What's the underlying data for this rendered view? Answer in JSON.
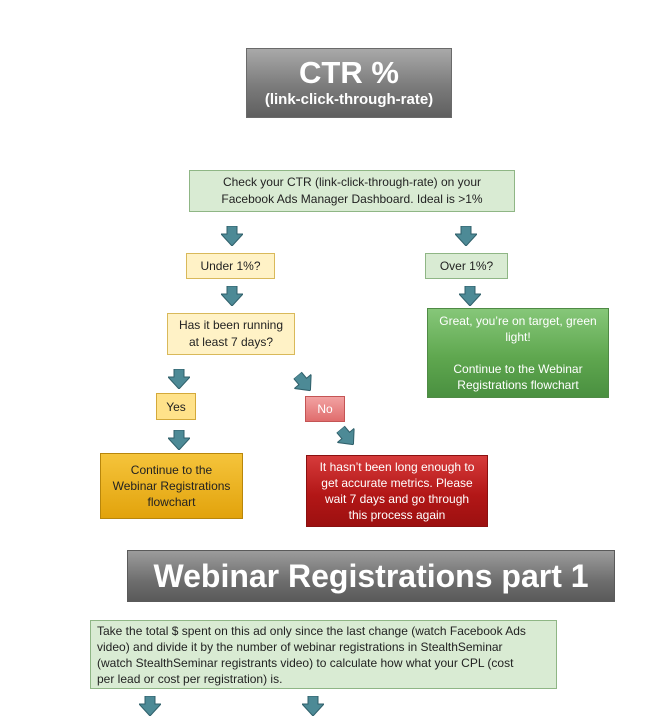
{
  "ctr_title": {
    "main": "CTR %",
    "sub": "(link-click-through-rate)"
  },
  "check": {
    "line1": "Check your CTR (link-click-through-rate) on your",
    "line2": "Facebook Ads Manager Dashboard. Ideal is >1%"
  },
  "under": {
    "label": "Under 1%?"
  },
  "over": {
    "label": "Over 1%?"
  },
  "running": {
    "line1": "Has it been running",
    "line2": "at least 7 days?"
  },
  "great": {
    "line1": "Great, you’re on target, green",
    "line2": "light!",
    "line3": "Continue to the Webinar",
    "line4": "Registrations flowchart"
  },
  "yes": {
    "label": "Yes"
  },
  "no": {
    "label": "No"
  },
  "continue_box": {
    "line1": "Continue to the",
    "line2": "Webinar Registrations",
    "line3": "flowchart"
  },
  "not_long": {
    "line1": "It hasn’t been long enough to",
    "line2": "get accurate metrics. Please",
    "line3": "wait 7 days and go through",
    "line4": "this process again"
  },
  "webinar_title": {
    "label": "Webinar Registrations part 1"
  },
  "take": {
    "line1": "Take the total $ spent on this ad only since the last change (watch Facebook Ads",
    "line2": "video) and divide it by the number of webinar registrations in StealthSeminar",
    "line3": "(watch StealthSeminar registrants video) to calculate how what your CPL (cost",
    "line4": "per lead or cost per registration) is."
  },
  "colors": {
    "arrow_fill": "#4d8a96",
    "arrow_stroke": "#2f5f6a",
    "green_accent": "#5fa74f",
    "red_accent": "#b31717",
    "gold_accent": "#e2a30c"
  }
}
